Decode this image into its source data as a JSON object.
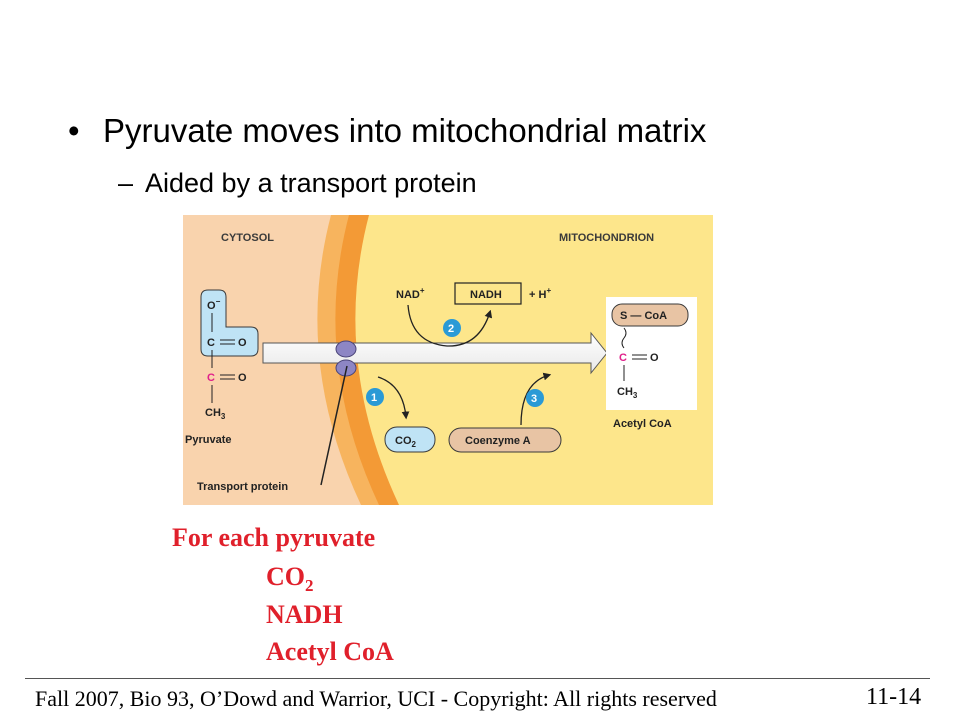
{
  "slide": {
    "bullet": "Pyruvate moves into mitochondrial matrix",
    "bullet_marker": "•",
    "sub_bullet": "Aided by a transport protein",
    "sub_marker": "–"
  },
  "figure": {
    "cytosol_label": "CYTOSOL",
    "mitochondrion_label": "MITOCHONDRION",
    "nad_plus": "NAD",
    "plus_sup": "+",
    "nadh": "NADH",
    "h_plus": "+ H",
    "step1": "1",
    "step2": "2",
    "step3": "3",
    "co2": "CO",
    "co2_sub": "2",
    "coenzyme_a": "Coenzyme A",
    "pyruvate_label": "Pyruvate",
    "transport_label": "Transport protein",
    "acetyl_label": "Acetyl CoA",
    "s_coa": "S — CoA",
    "atoms": {
      "o_minus": "O",
      "minus_sup": "−",
      "c": "C",
      "o": "O",
      "ch": "CH",
      "three": "3"
    },
    "colors": {
      "cytosol": "#f9d3ad",
      "membrane_outer": "#f7a24a",
      "membrane_inner": "#f39a36",
      "matrix": "#fde68b",
      "carboxyl_box": "#bfe3f5",
      "pink_carbon": "#e0208a",
      "step_circle": "#2a9ad6"
    }
  },
  "summary": {
    "heading": "For each pyruvate",
    "co": "CO",
    "co_sub": "2",
    "nadh": "NADH",
    "acetyl": "Acetyl CoA"
  },
  "footer": {
    "text": "Fall 2007, Bio 93, O’Dowd and Warrior, UCI - Copyright: All rights reserved",
    "slide_number": "11-14"
  }
}
